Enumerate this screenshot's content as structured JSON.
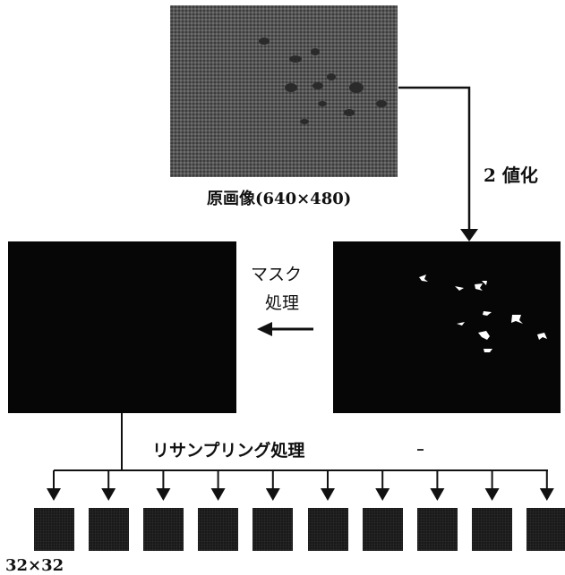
{
  "original_caption": "原画像(640×480)",
  "binarize_label": "2 値化",
  "mask_label_line1": "マスク",
  "mask_label_line2": "処理",
  "resample_label": "リサンプリング処理",
  "tile_caption": "32×32",
  "tile_count": 10
}
